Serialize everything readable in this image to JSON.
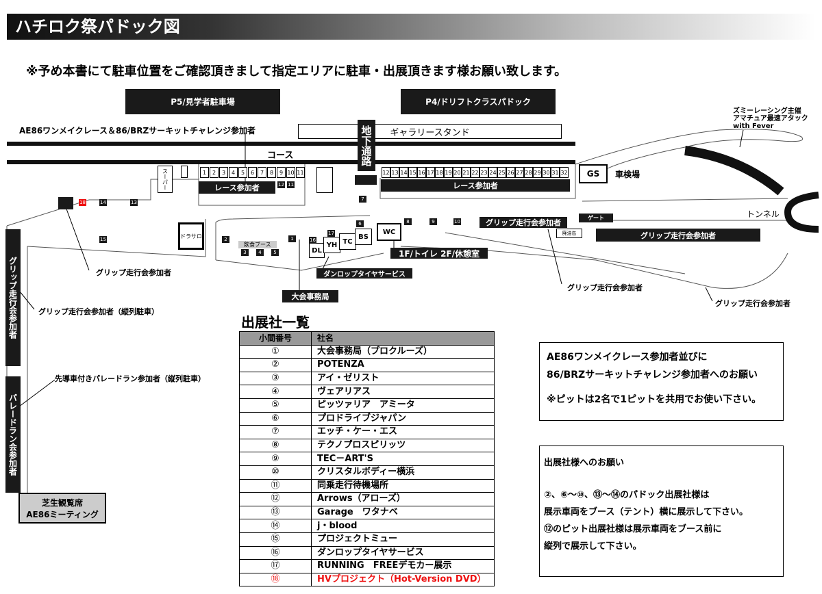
{
  "title": "ハチロク祭パドック図",
  "notice": "※予め本書にて駐車位置をご確認頂きまして指定エリアに駐車・出展頂きます様お願い致します。",
  "map": {
    "p5": "P5/見学者駐車場",
    "p4": "P4/ドリフトクラスパドック",
    "ae86_label": "AE86ワンメイクレース＆86/BRZサーキットチャレンジ参加者",
    "gallery": "ギャラリースタンド",
    "course": "コース",
    "underground": "地下通路",
    "zummy": "ズミーレーシング主催\nアマチュア最速アタック\nwith Fever",
    "gs": "GS",
    "inspection": "車検場",
    "race_participants_1": "レース参加者",
    "race_participants_2": "レース参加者",
    "tunnel": "トンネル",
    "gate": "ゲート",
    "waste_oil": "廃油缶",
    "grip_1": "グリップ走行会参加者",
    "grip_2": "グリップ走行会参加者",
    "grip_3": "グリップ走行会参加者",
    "grip_4": "グリップ走行会参加者",
    "grip_5": "グリップ走行会参加者",
    "grip_lined": "グリップ走行会参加者（縦列駐車）",
    "parade_lined": "先導車付きパレードラン参加者（縦列駐車）",
    "grip_vertical": "グリップ走行会参加者",
    "parade_vertical": "パレードラン会参加者",
    "lawn": "芝生観覧席\nAE86ミーティング",
    "dorasaro": "ドラサロ",
    "super": "スーパー",
    "food_booth": "飲食ブース",
    "wc": "WC",
    "wc_label": "1F/トイレ  2F/休憩室",
    "dunlop": "ダンロップタイヤサービス",
    "hq": "大会事務局",
    "booths": [
      "DL",
      "YH",
      "TC",
      "BS"
    ],
    "pits_left": [
      "1",
      "2",
      "3",
      "4",
      "5",
      "6",
      "7",
      "8",
      "9",
      "10",
      "11"
    ],
    "pits_right": [
      "12",
      "13",
      "14",
      "15",
      "16",
      "17",
      "18",
      "19",
      "20",
      "21",
      "22",
      "23",
      "24",
      "25",
      "26",
      "27",
      "28",
      "29",
      "30",
      "31",
      "32"
    ]
  },
  "exhibitors": {
    "heading": "出展社一覧",
    "col_no": "小間番号",
    "col_name": "社名",
    "rows": [
      {
        "no": "①",
        "name": "大会事務局（プロクルーズ）"
      },
      {
        "no": "②",
        "name": "POTENZA"
      },
      {
        "no": "③",
        "name": "アイ・ゼリスト"
      },
      {
        "no": "④",
        "name": "ヴェアリアス"
      },
      {
        "no": "⑤",
        "name": "ピッツァリア　アミータ"
      },
      {
        "no": "⑥",
        "name": "プロドライブジャパン"
      },
      {
        "no": "⑦",
        "name": "エッチ・ケー・エス"
      },
      {
        "no": "⑧",
        "name": "テクノプロスピリッツ"
      },
      {
        "no": "⑨",
        "name": "TEC－ART'S"
      },
      {
        "no": "⑩",
        "name": "クリスタルボディー横浜"
      },
      {
        "no": "⑪",
        "name": "同乗走行待機場所"
      },
      {
        "no": "⑫",
        "name": "Arrows（アローズ）"
      },
      {
        "no": "⑬",
        "name": "Garage　ワタナベ"
      },
      {
        "no": "⑭",
        "name": "j・blood"
      },
      {
        "no": "⑮",
        "name": "プロジェクトミュー"
      },
      {
        "no": "⑯",
        "name": "ダンロップタイヤサービス"
      },
      {
        "no": "⑰",
        "name": "RUNNING　FREEデモカー展示"
      },
      {
        "no": "⑱",
        "name": "HVプロジェクト（Hot-Version DVD）",
        "highlight": true
      }
    ]
  },
  "notice_box_1": {
    "line1": "AE86ワンメイクレース参加者並びに",
    "line2": "86/BRZサーキットチャレンジ参加者へのお願い",
    "line3": "※ピットは2名で1ピットを共用でお使い下さい。"
  },
  "notice_box_2": {
    "line1": "出展社様へのお願い",
    "line2": "②、⑥～⑩、⑬～⑭のパドック出展社様は",
    "line3": "展示車両をブース（テント）横に展示して下さい。",
    "line4": "⑫のピット出展社様は展示車両をブース前に",
    "line5": "縦列で展示して下さい。"
  },
  "colors": {
    "black": "#1a1a1a",
    "header_gradient_end": "#ffffff",
    "highlight": "#ee1111"
  }
}
